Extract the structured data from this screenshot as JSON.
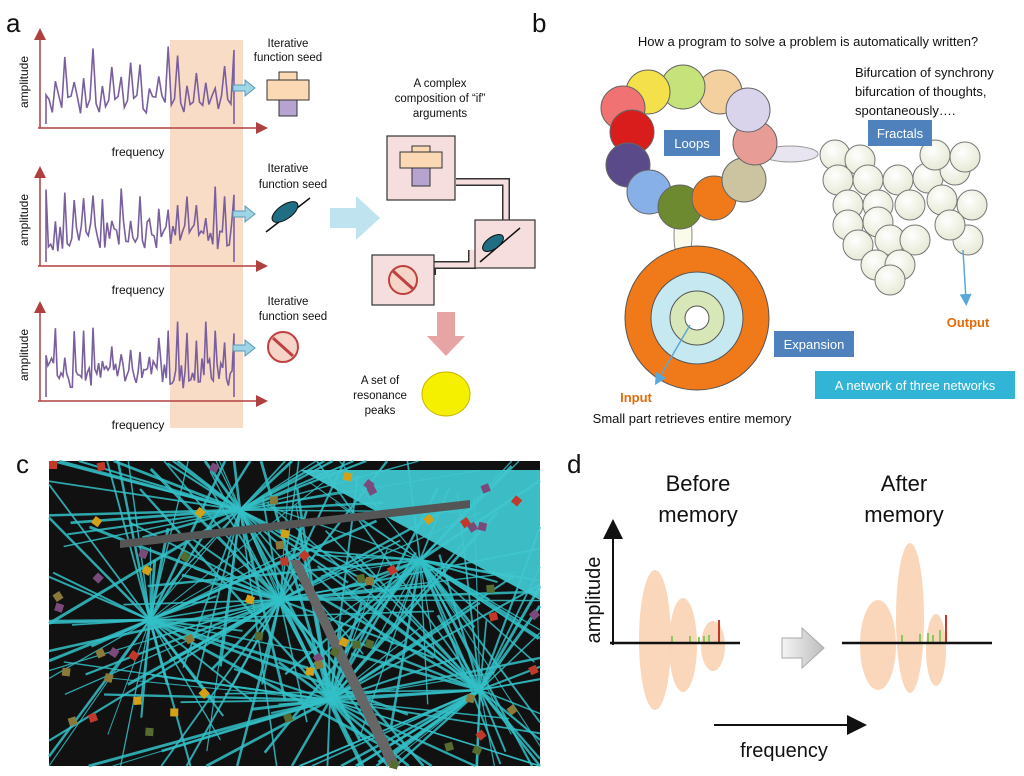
{
  "panels": {
    "a": "a",
    "b": "b",
    "c": "c",
    "d": "d"
  },
  "panel_a": {
    "rows": [
      {
        "ylabel": "amplitude",
        "xlabel": "frequency",
        "seed": [
          "Iterative",
          "function seed"
        ]
      },
      {
        "ylabel": "amplitude",
        "xlabel": "frequency",
        "seed": [
          "Iterative",
          "function seed"
        ]
      },
      {
        "ylabel": "amplitude",
        "xlabel": "frequency",
        "seed": [
          "Iterative",
          "function seed"
        ]
      }
    ],
    "composition": [
      "A complex",
      "composition of “if”",
      "arguments"
    ],
    "peaks": [
      "A set of",
      "resonance",
      "peaks"
    ],
    "colors": {
      "purple": "#7a5f9e",
      "band": "#f9dcc6",
      "arrow": "#9fd3e6",
      "pink_arrow": "#e7a4a4",
      "axis": "#b04040"
    }
  },
  "panel_b": {
    "title": "How a program to solve a problem is automatically written?",
    "bifurcation": [
      "Bifurcation of synchrony",
      "bifurcation of thoughts,",
      "spontaneously…."
    ],
    "loops": "Loops",
    "fractals": "Fractals",
    "expansion": "Expansion",
    "network": "A network of three networks",
    "input": "Input",
    "output": "Output",
    "memory": "Small part retrieves entire memory",
    "ring_colors": [
      "#f5d09f",
      "#c6e27a",
      "#f4e04a",
      "#f2c6b0",
      "#d9d4ec",
      "#e89c96",
      "#ccc4a0",
      "#f07a1a",
      "#6e8a30",
      "#88b0e8",
      "#5a4a8a",
      "#d91c1c",
      "#f0f0f0"
    ],
    "box_color": "#4f81bd"
  },
  "panel_c": {
    "bg": "#111111",
    "line": "#33c0c8"
  },
  "panel_d": {
    "before": [
      "Before",
      "memory"
    ],
    "after": [
      "After",
      "memory"
    ],
    "ylabel": "amplitude",
    "xlabel": "frequency"
  }
}
